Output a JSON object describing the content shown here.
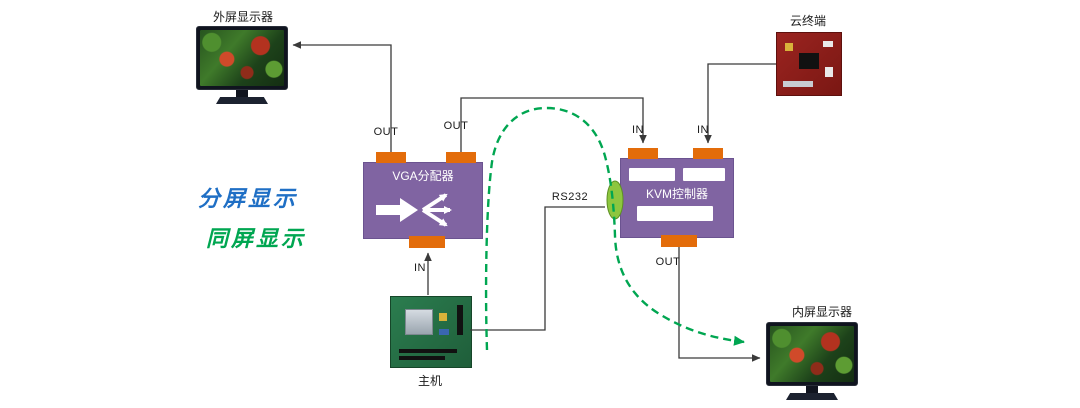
{
  "diagram": {
    "legend": {
      "split_screen": "分屏显示",
      "same_screen": "同屏显示"
    },
    "nodes": {
      "external_monitor": "外屏显示器",
      "cloud_terminal": "云终端",
      "vga_splitter": "VGA分配器",
      "kvm_controller": "KVM控制器",
      "host": "主机",
      "internal_monitor": "内屏显示器"
    },
    "ports": {
      "vga_out_left": "OUT",
      "vga_out_right": "OUT",
      "vga_in": "IN",
      "kvm_in_left": "IN",
      "kvm_in_right": "IN",
      "kvm_out": "OUT"
    },
    "labels": {
      "rs232": "RS232"
    },
    "colors": {
      "device_box_purple": "#8064A2",
      "port_orange": "#E36C0A",
      "rs232_connector_green": "#8DC63F",
      "same_screen_flow_green": "#00A651",
      "split_screen_text_blue": "#1F6FC5",
      "connector_line_gray": "#3A3A3A"
    }
  }
}
